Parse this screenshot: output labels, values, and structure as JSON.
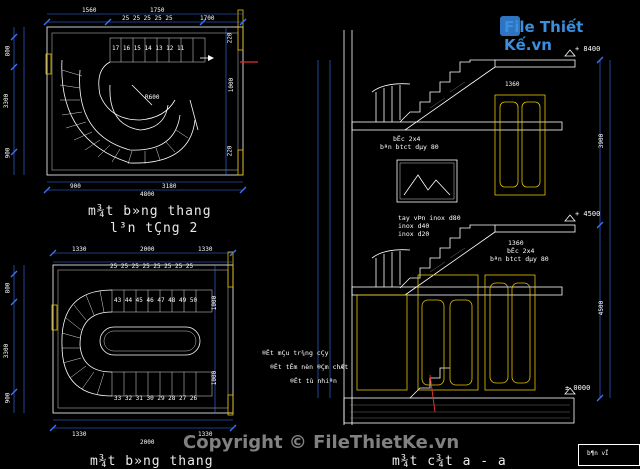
{
  "logo_text": "File Thiết Kế.vn",
  "watermark": "Copyright © FileThietKe.vn",
  "top_plan": {
    "title_line1": "m¾t b»ng thang",
    "title_line2": "l³n tÇng 2",
    "dims_top": [
      "1560",
      "1750",
      "1700"
    ],
    "dims_bottom": [
      "900",
      "3180",
      "4800"
    ],
    "dims_left": [
      "800",
      "3300",
      "900"
    ],
    "dims_right": [
      "220",
      "220",
      "1000"
    ],
    "step_run": "25 25 25 25 25",
    "step_numbers": "17 16 15 14 13 12 11",
    "dia_label": "R600"
  },
  "bottom_plan": {
    "title": "m¾t b»ng thang",
    "dims_top": [
      "1330",
      "2000",
      "1330"
    ],
    "step_run_top": "25 25 25 25 25 25 25 25",
    "step_numbers_top": "43 44 45 46 47 48 49 50",
    "step_numbers_bottom": "33 32 31 30 29 28 27 26",
    "dims_bottom": [
      "1330",
      "2000",
      "1330"
    ],
    "dims_left": [
      "800",
      "3300",
      "900"
    ],
    "dims_right": [
      "1000",
      "1000"
    ]
  },
  "section": {
    "title": "m¾t c¾t a - a",
    "levels": [
      "+ 8400",
      "+ 4500",
      "± 0000"
    ],
    "right_dims": [
      "3900",
      "4500"
    ],
    "top_dim": "1360",
    "notes_upper": [
      "bËc 2x4",
      "bªn btct dµy 80"
    ],
    "notes_mid": [
      "tay vÞn inox d80",
      "inox d40",
      "inox d20"
    ],
    "notes_mid_right": [
      "bËc 2x4",
      "bªn btct dµy 80",
      "1360"
    ],
    "notes_left": [
      "®Ët mÇu tr¾ng cÇy",
      "®Ët tÊm nèn ®Çm chÆt",
      "®Ët tù nhiªn"
    ]
  },
  "title_block": "b¶n vÏ"
}
